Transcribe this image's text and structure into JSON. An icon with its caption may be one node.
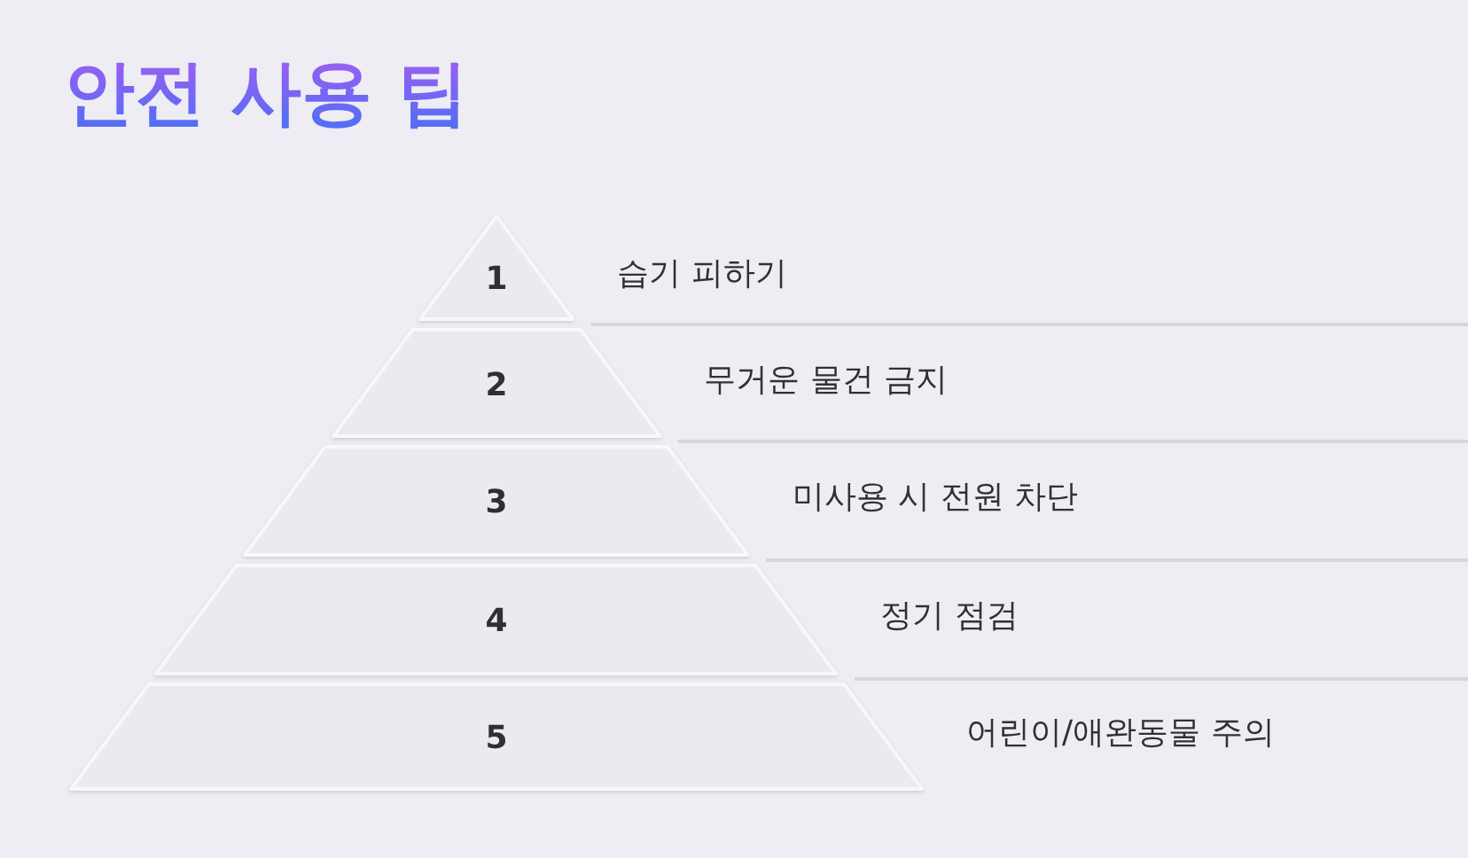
{
  "diagram": {
    "title": "안전 사용 팁",
    "nodes": [
      {
        "text": [
          "1"
        ],
        "beside": [
          "습기 피하기"
        ]
      },
      {
        "text": [
          "2"
        ],
        "beside": [
          "무거운 물건 금지"
        ]
      },
      {
        "text": [
          "3"
        ],
        "beside": [
          "미사용 시 전원 차단"
        ]
      },
      {
        "text": [
          "4"
        ],
        "beside": [
          "정기 점검"
        ]
      },
      {
        "text": [
          "5"
        ],
        "beside": [
          "어린이/애완동물 주의"
        ]
      }
    ]
  }
}
